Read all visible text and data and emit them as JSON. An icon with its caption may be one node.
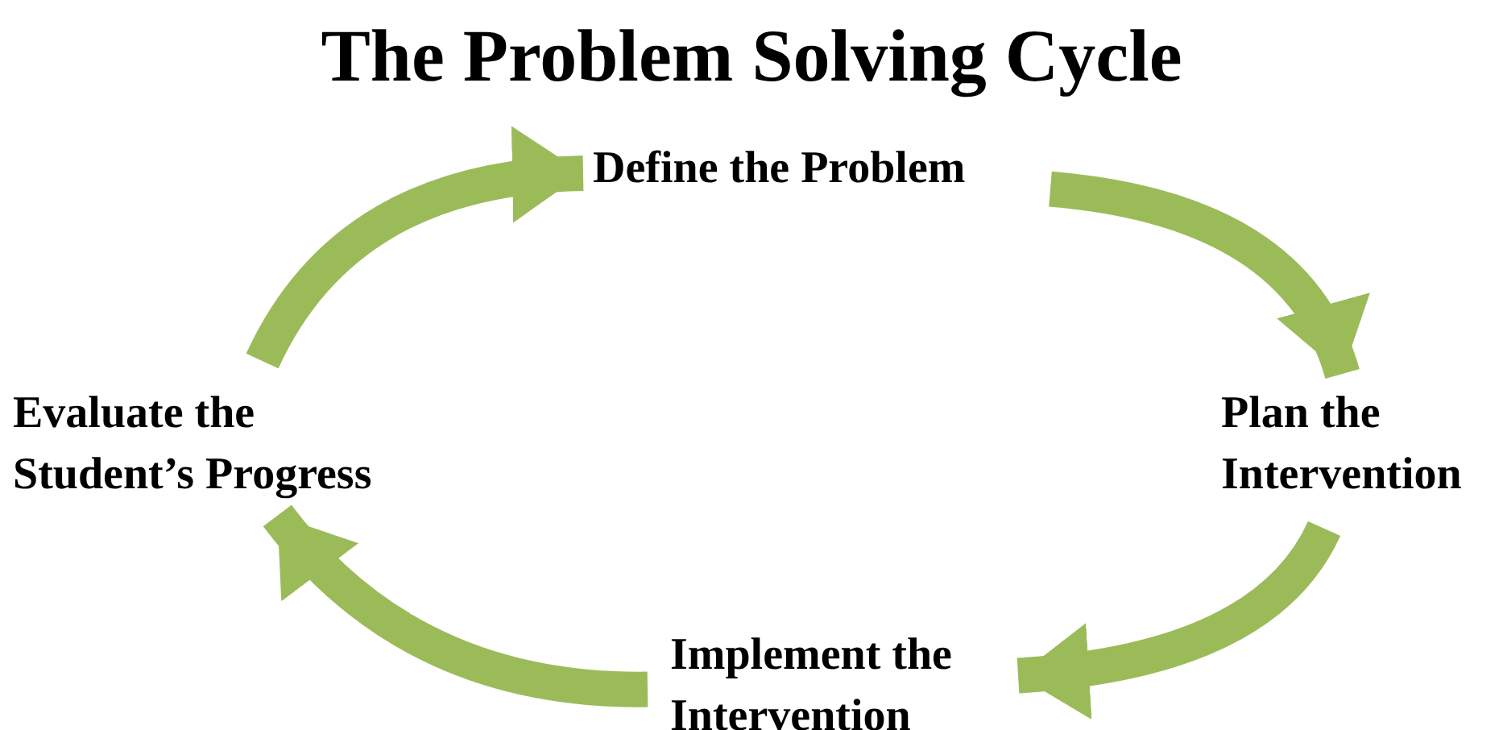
{
  "diagram": {
    "title": "The Problem Solving Cycle",
    "nodes": [
      {
        "text": [
          "Define the Problem"
        ]
      },
      {
        "text": [
          "Plan the Intervention"
        ]
      },
      {
        "text": [
          "Implement the Intervention"
        ]
      },
      {
        "text": [
          "Evaluate the Student’s Progress"
        ]
      }
    ],
    "edges": [
      {
        "from": 3,
        "to": 0,
        "arrow": "to"
      },
      {
        "from": 0,
        "to": 1,
        "arrow": "to"
      },
      {
        "from": 1,
        "to": 2,
        "arrow": "to"
      },
      {
        "from": 2,
        "to": 3,
        "arrow": "to"
      }
    ]
  }
}
